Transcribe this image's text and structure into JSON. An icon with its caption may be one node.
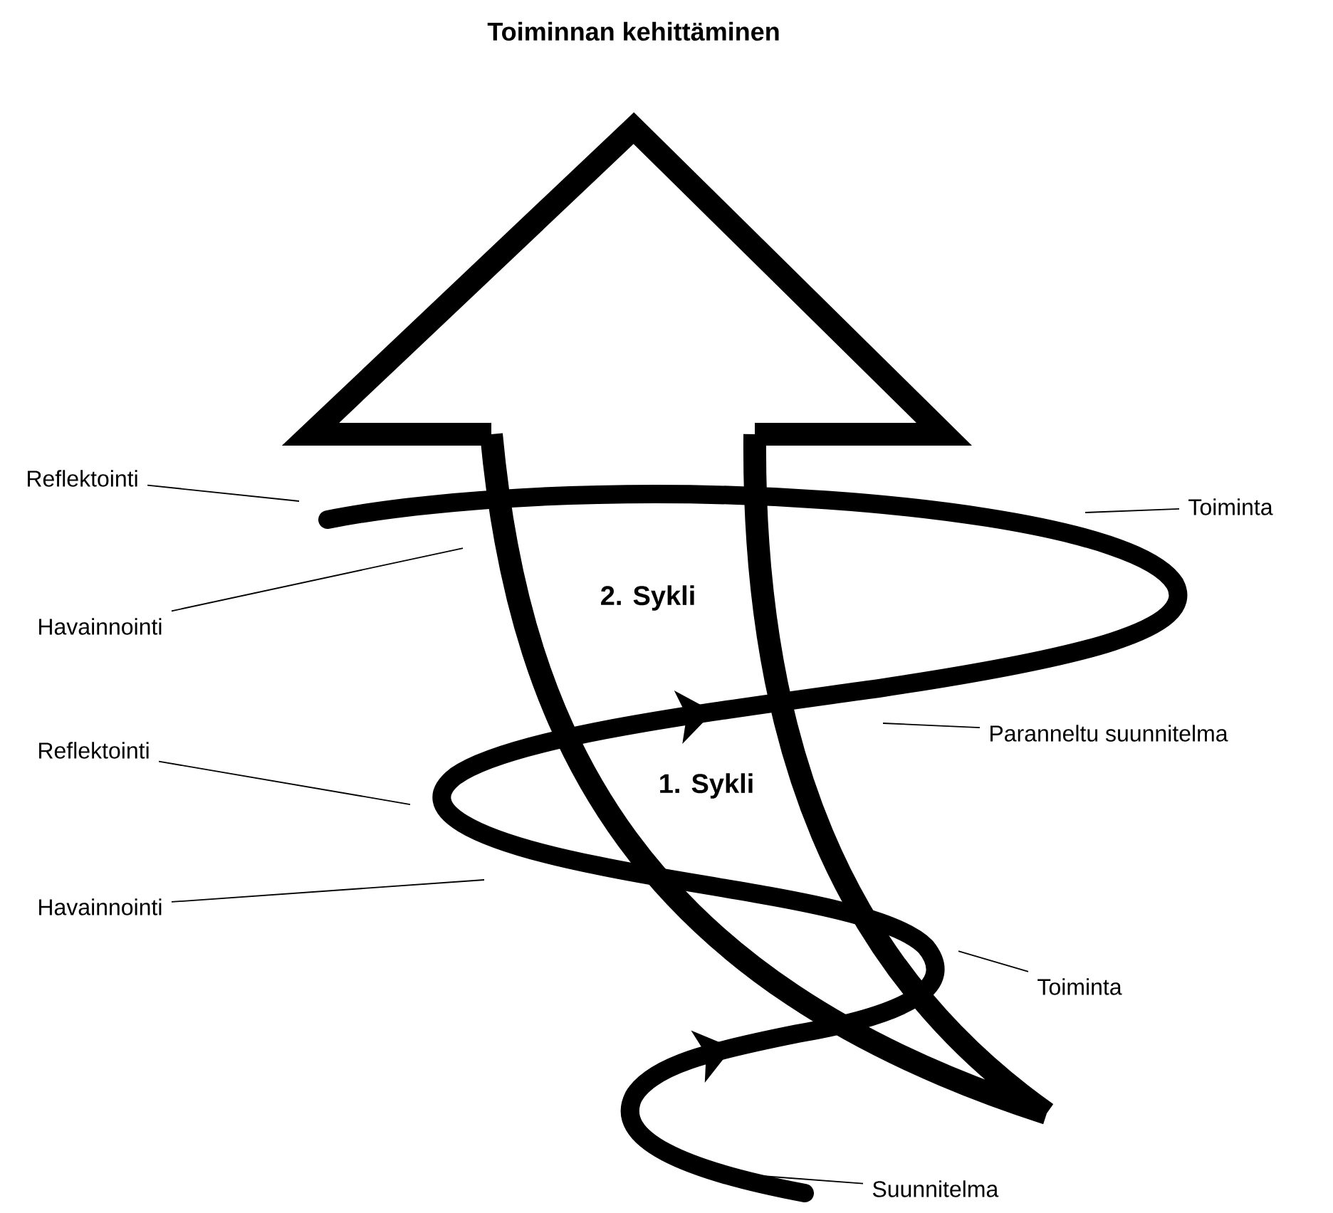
{
  "diagram": {
    "title": "Toiminnan kehittäminen",
    "nodes": [
      {
        "text": [
          "Reflektointi"
        ]
      },
      {
        "text": [
          "Toiminta"
        ]
      },
      {
        "text": [
          "Havainnointi"
        ]
      },
      {
        "text": [
          "Paranneltu suunnitelma"
        ]
      },
      {
        "text": [
          "Reflektointi"
        ]
      },
      {
        "text": [
          "Havainnointi"
        ]
      },
      {
        "text": [
          "Toiminta"
        ]
      },
      {
        "text": [
          "Suunnitelma"
        ]
      }
    ],
    "edges": [
      {
        "from": 0,
        "to": null,
        "arrow": "none"
      },
      {
        "from": 1,
        "to": null,
        "arrow": "none"
      },
      {
        "from": 2,
        "to": null,
        "arrow": "none"
      },
      {
        "from": 3,
        "to": null,
        "arrow": "none"
      },
      {
        "from": 4,
        "to": null,
        "arrow": "none"
      },
      {
        "from": 5,
        "to": null,
        "arrow": "none"
      },
      {
        "from": 6,
        "to": null,
        "arrow": "none"
      },
      {
        "from": 7,
        "to": null,
        "arrow": "none"
      }
    ],
    "labels": [
      "2. Sykli",
      "1. Sykli"
    ]
  }
}
